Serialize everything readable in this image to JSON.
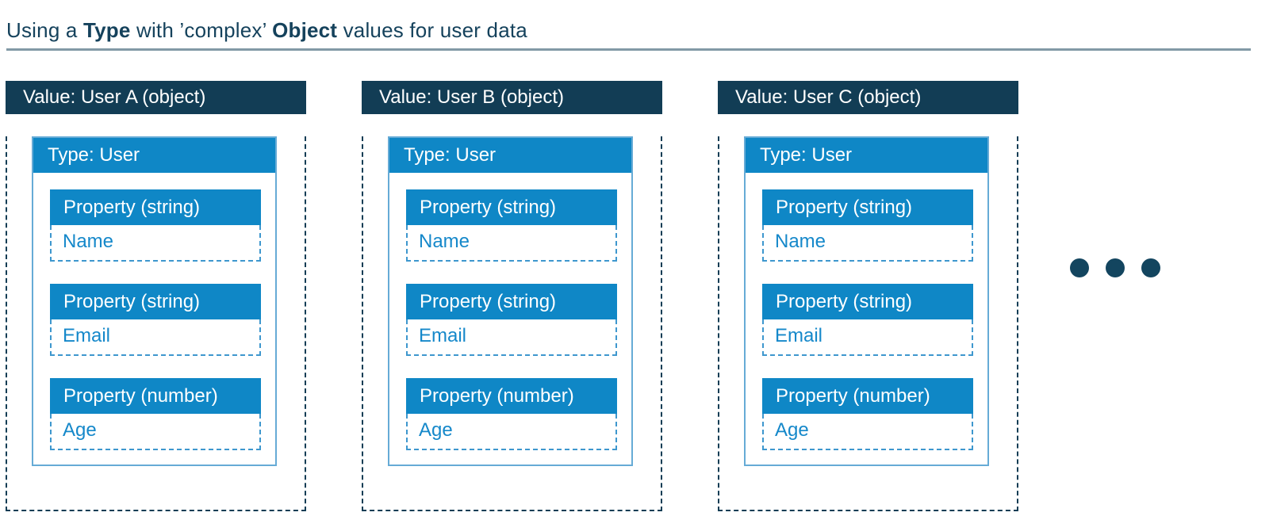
{
  "title": {
    "segments": [
      {
        "text": "Using a "
      },
      {
        "text": "Type",
        "bold": true
      },
      {
        "text": " with ’complex’ "
      },
      {
        "text": "Object",
        "bold": true
      },
      {
        "text": " values for user data"
      }
    ]
  },
  "colors": {
    "navy": "#123D55",
    "blue": "#0F87C6",
    "type_box_border": "#66ABD6",
    "value_dashed_border": "#3E97CE",
    "value_text": "#1588CA",
    "title_text": "#15425C",
    "rule": "#8299A6",
    "background": "#FFFFFF"
  },
  "cards": [
    {
      "header": "Value: User A (object)",
      "type_label": "Type: User",
      "properties": [
        {
          "label": "Property (string)",
          "value": "Name"
        },
        {
          "label": "Property (string)",
          "value": "Email"
        },
        {
          "label": "Property (number)",
          "value": "Age"
        }
      ]
    },
    {
      "header": "Value: User B (object)",
      "type_label": "Type: User",
      "properties": [
        {
          "label": "Property (string)",
          "value": "Name"
        },
        {
          "label": "Property (string)",
          "value": "Email"
        },
        {
          "label": "Property (number)",
          "value": "Age"
        }
      ]
    },
    {
      "header": "Value: User C (object)",
      "type_label": "Type: User",
      "properties": [
        {
          "label": "Property (string)",
          "value": "Name"
        },
        {
          "label": "Property (string)",
          "value": "Email"
        },
        {
          "label": "Property (number)",
          "value": "Age"
        }
      ]
    }
  ],
  "ellipsis": {
    "dots": 3
  }
}
